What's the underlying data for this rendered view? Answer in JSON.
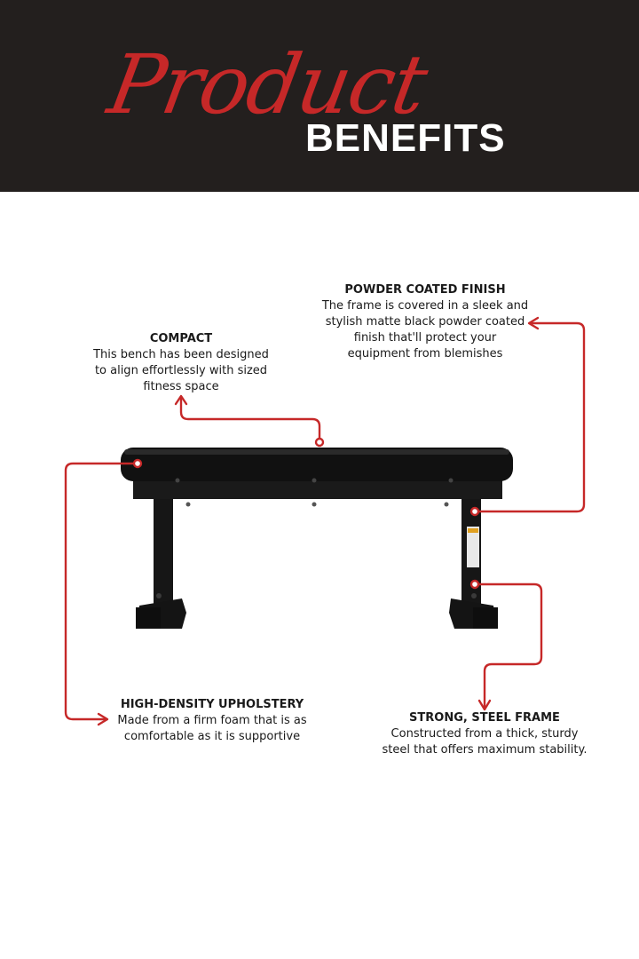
{
  "header": {
    "script_title": "Product",
    "bold_title": "BENEFITS"
  },
  "colors": {
    "header_bg": "#231f1e",
    "accent": "#c62828",
    "bench": "#151515"
  },
  "callouts": {
    "powder": {
      "title": "POWDER COATED FINISH",
      "desc": "The frame is covered in a sleek and\nstylish matte black powder coated\nfinish that'll protect your\nequipment from blemishes"
    },
    "compact": {
      "title": "COMPACT",
      "desc": "This bench has been designed\nto align effortlessly with sized\nfitness space"
    },
    "upholstery": {
      "title": "HIGH-DENSITY UPHOLSTERY",
      "desc": "Made from a firm foam that is as\ncomfortable as it is supportive"
    },
    "frame": {
      "title": "STRONG, STEEL FRAME",
      "desc": "Constructed from a thick, sturdy\nsteel that offers maximum stability."
    }
  },
  "image": {
    "subject": "flat-bench-icon"
  }
}
